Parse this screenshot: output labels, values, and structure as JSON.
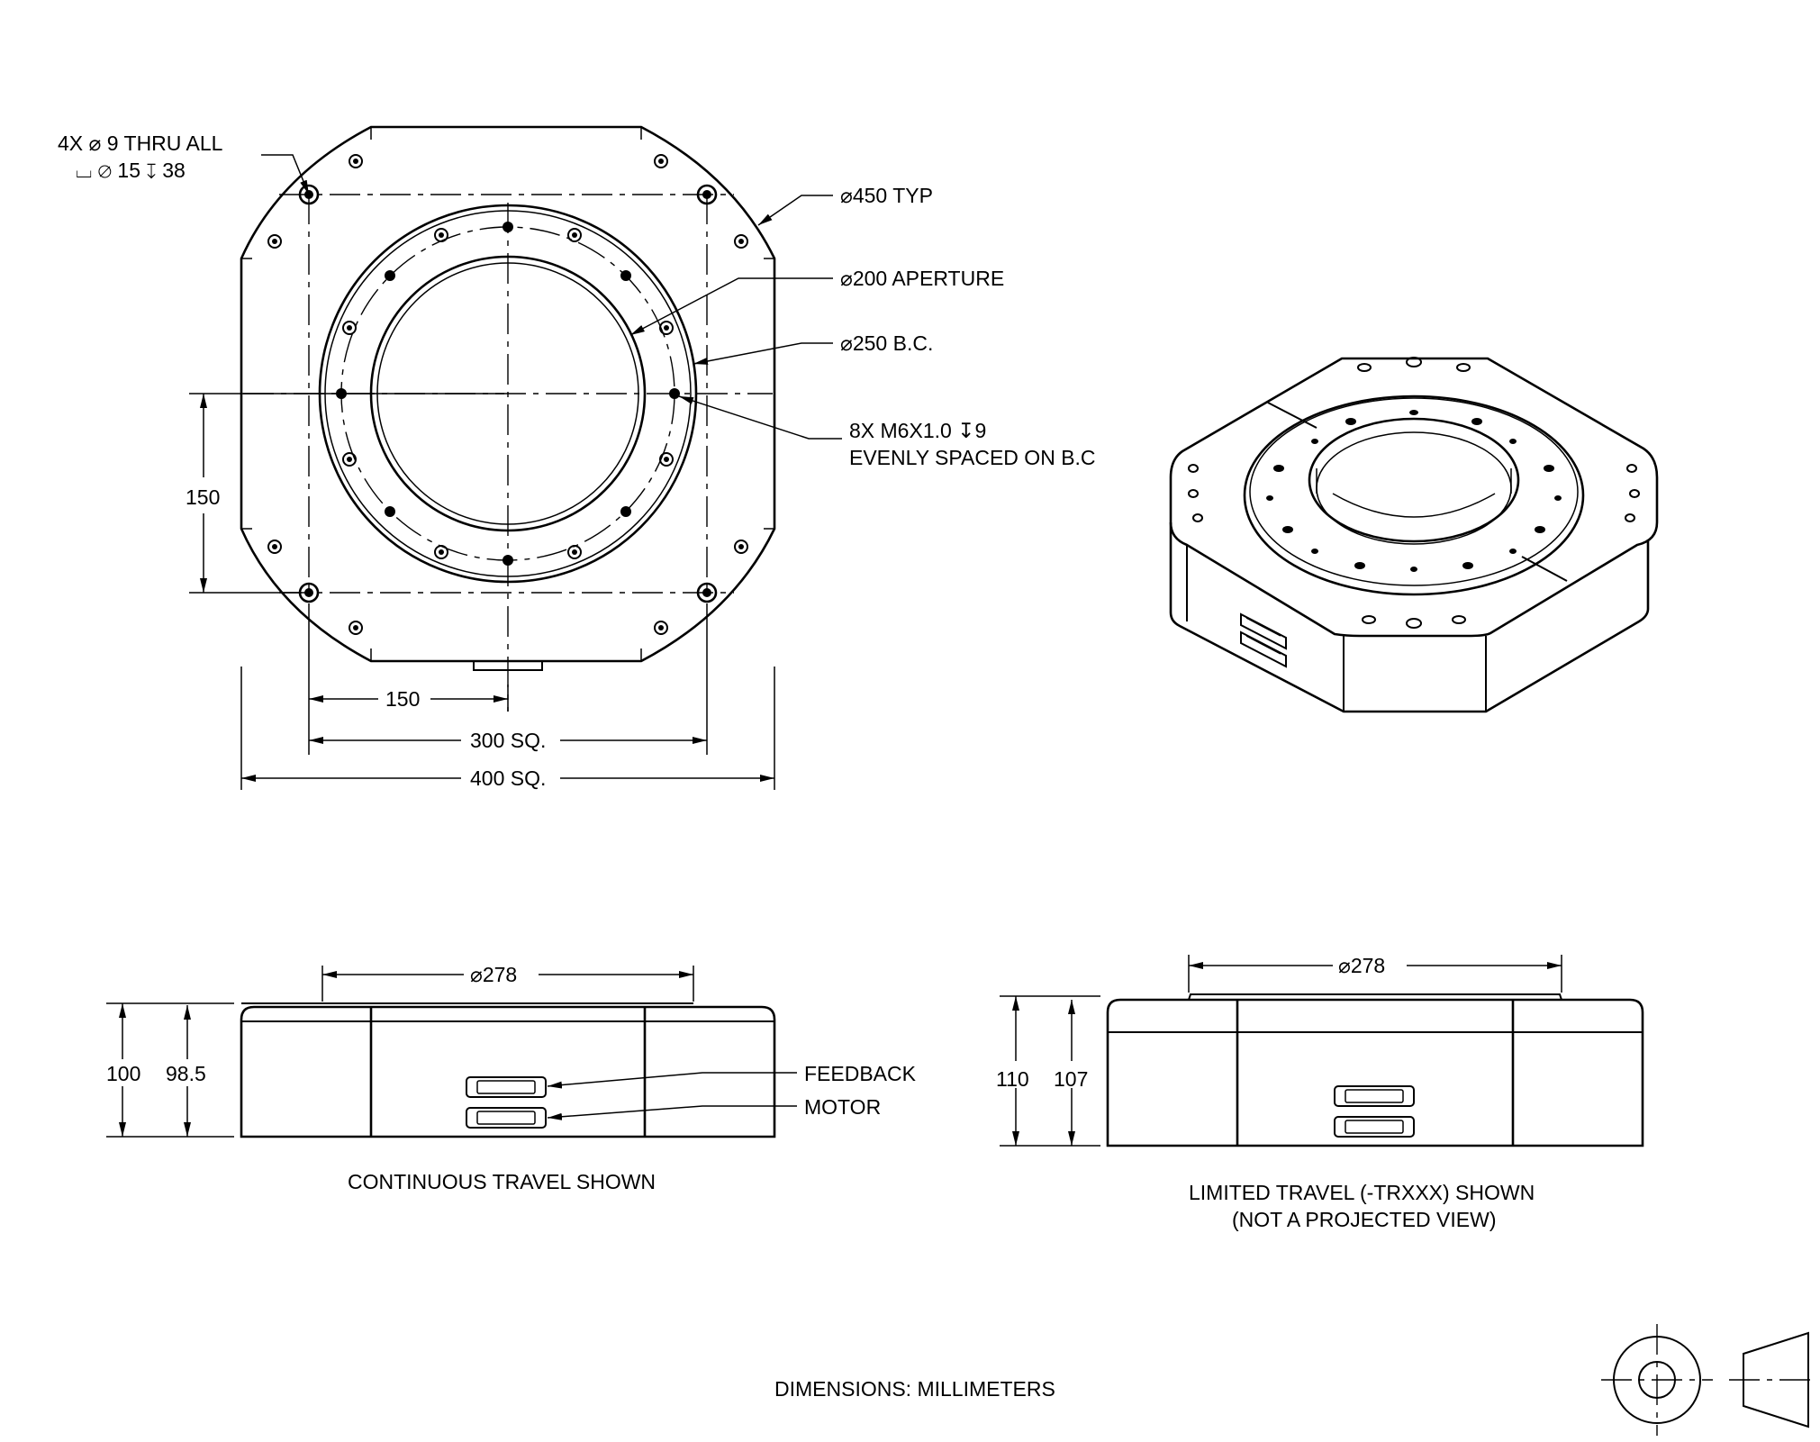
{
  "notes": {
    "thru_hole_line1": "4X ⌀ 9 THRU ALL",
    "thru_hole_line2": "⌴ ⌀ 15 ↧ 38",
    "outer_diameter": "⌀450 TYP",
    "aperture": "⌀200 APERTURE",
    "bolt_circle": "⌀250 B.C.",
    "tapped_line1": "8X M6X1.0 ↧9",
    "tapped_line2": "EVENLY SPACED ON B.C",
    "dims_units": "DIMENSIONS:  MILLIMETERS"
  },
  "top_view": {
    "dim_vertical": "150",
    "dim_half": "150",
    "dim_300": "300 SQ.",
    "dim_400": "400 SQ."
  },
  "side_continuous": {
    "dia": "⌀278",
    "h_total": "100",
    "h_body": "98.5",
    "feedback": "FEEDBACK",
    "motor": "MOTOR",
    "caption": "CONTINUOUS TRAVEL SHOWN"
  },
  "side_limited": {
    "dia": "⌀278",
    "h_total": "110",
    "h_body": "107",
    "caption_line1": "LIMITED TRAVEL (-TRXXX) SHOWN",
    "caption_line2": "(NOT A PROJECTED VIEW)"
  }
}
